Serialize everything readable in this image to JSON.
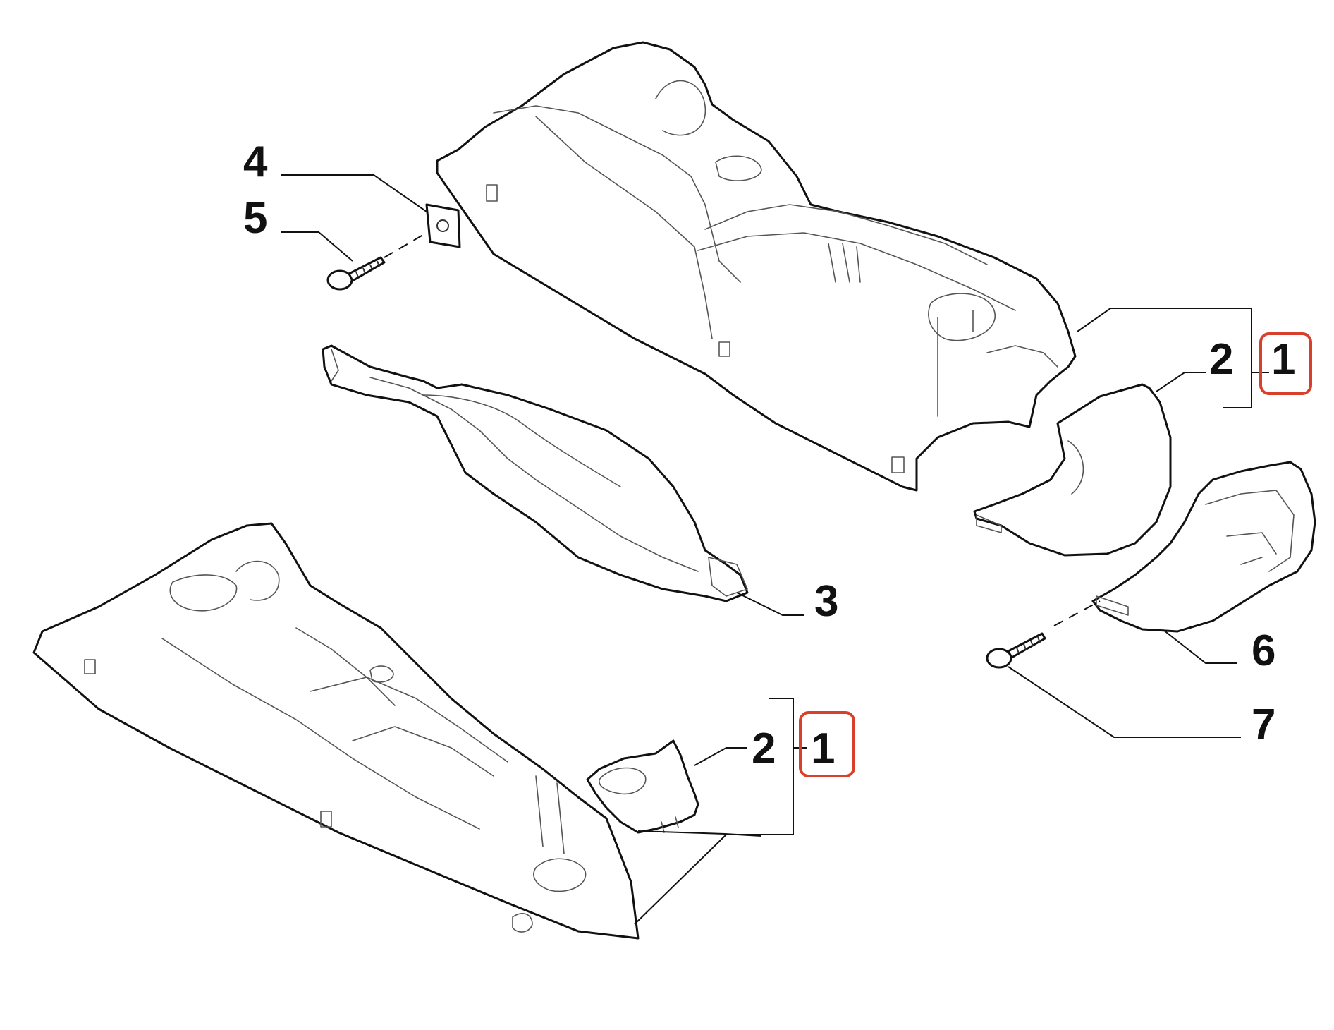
{
  "diagram": {
    "callouts": {
      "c1_top": "1",
      "c2_top": "2",
      "c3": "3",
      "c4": "4",
      "c5": "5",
      "c6": "6",
      "c7": "7",
      "c1_bottom": "1",
      "c2_bottom": "2"
    },
    "highlight_color": "#d9402b"
  }
}
